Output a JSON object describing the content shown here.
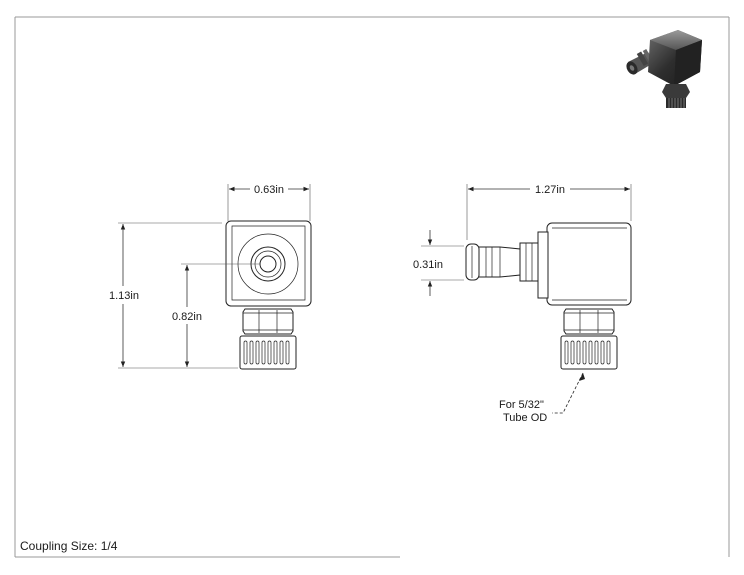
{
  "dimensions": {
    "front_width": "0.63in",
    "front_height_total": "1.13in",
    "front_height_center": "0.82in",
    "side_width": "1.27in",
    "side_port_diameter": "0.31in"
  },
  "callout": {
    "line1": "For 5/32\"",
    "line2": "Tube OD"
  },
  "footer": {
    "coupling_size": "Coupling Size: 1/4"
  },
  "colors": {
    "body_fill": "#ffffff",
    "line": "#222222",
    "iso_dark": "#3a3a3a",
    "iso_light": "#9a9a9a"
  }
}
